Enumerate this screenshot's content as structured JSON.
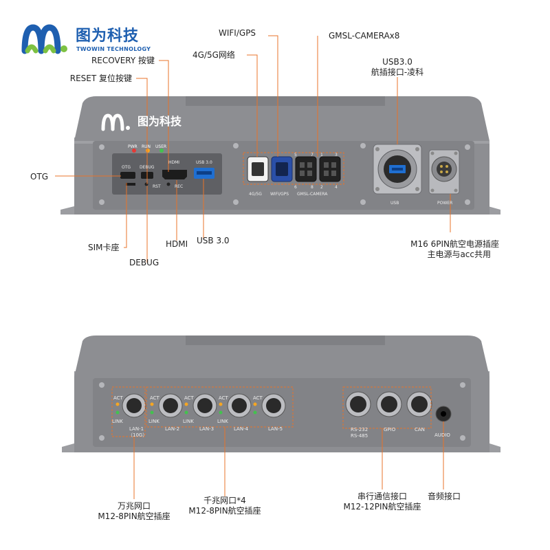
{
  "brand": {
    "name_cn": "图为科技",
    "name_en": "TWOWIN TECHNOLOGY",
    "colors": {
      "blue": "#1e5fb0",
      "green": "#7dc142"
    }
  },
  "front_panel": {
    "leds": [
      "PWR",
      "RUN",
      "USER"
    ],
    "port_labels": {
      "otg": "OTG",
      "debug": "DEBUG",
      "hdmi": "HDMI",
      "usb30": "USB 3.0",
      "rst": "RST",
      "rec": "REC",
      "lte": "4G/5G",
      "wifi": "WIFI/GPS",
      "gmsl": "GMSL-CAMERA",
      "usb": "USB",
      "power": "POWER",
      "gmsl_numbers_top": [
        "5",
        "7",
        "1",
        "3"
      ],
      "gmsl_numbers_bottom": [
        "6",
        "8",
        "2",
        "4"
      ]
    },
    "callouts": {
      "recovery": "RECOVERY 按键",
      "reset": "RESET 复位按键",
      "wifi_gps": "WIFI/GPS",
      "lte": "4G/5G网络",
      "gmsl": "GMSL-CAMERAx8",
      "usb30_line1": "USB3.0",
      "usb30_line2": "航插接口-凌科",
      "otg": "OTG",
      "sim": "SIM卡座",
      "debug": "DEBUG",
      "hdmi": "HDMI",
      "usb30_bottom": "USB 3.0",
      "power_line1": "M16 6PIN航空电源插座",
      "power_line2": "主电源与acc共用"
    }
  },
  "rear_panel": {
    "act": "ACT",
    "link": "LINK",
    "lan_ports": [
      "LAN-1",
      "LAN-2",
      "LAN-3",
      "LAN-4",
      "LAN-5"
    ],
    "lan1_speed": "（10G）",
    "serial_labels": {
      "rs_line1": "RS-232",
      "rs_line2": "RS-485",
      "gpio": "GPIO",
      "can": "CAN"
    },
    "audio": "AUDIO",
    "callouts": {
      "lan10g_line1": "万兆网口",
      "lan10g_line2": "M12-8PIN航空插座",
      "lan1g_line1": "千兆网口*4",
      "lan1g_line2": "M12-8PIN航空插座",
      "serial_line1": "串行通信接口",
      "serial_line2": "M12-12PIN航空插座",
      "audio": "音频接口"
    }
  }
}
